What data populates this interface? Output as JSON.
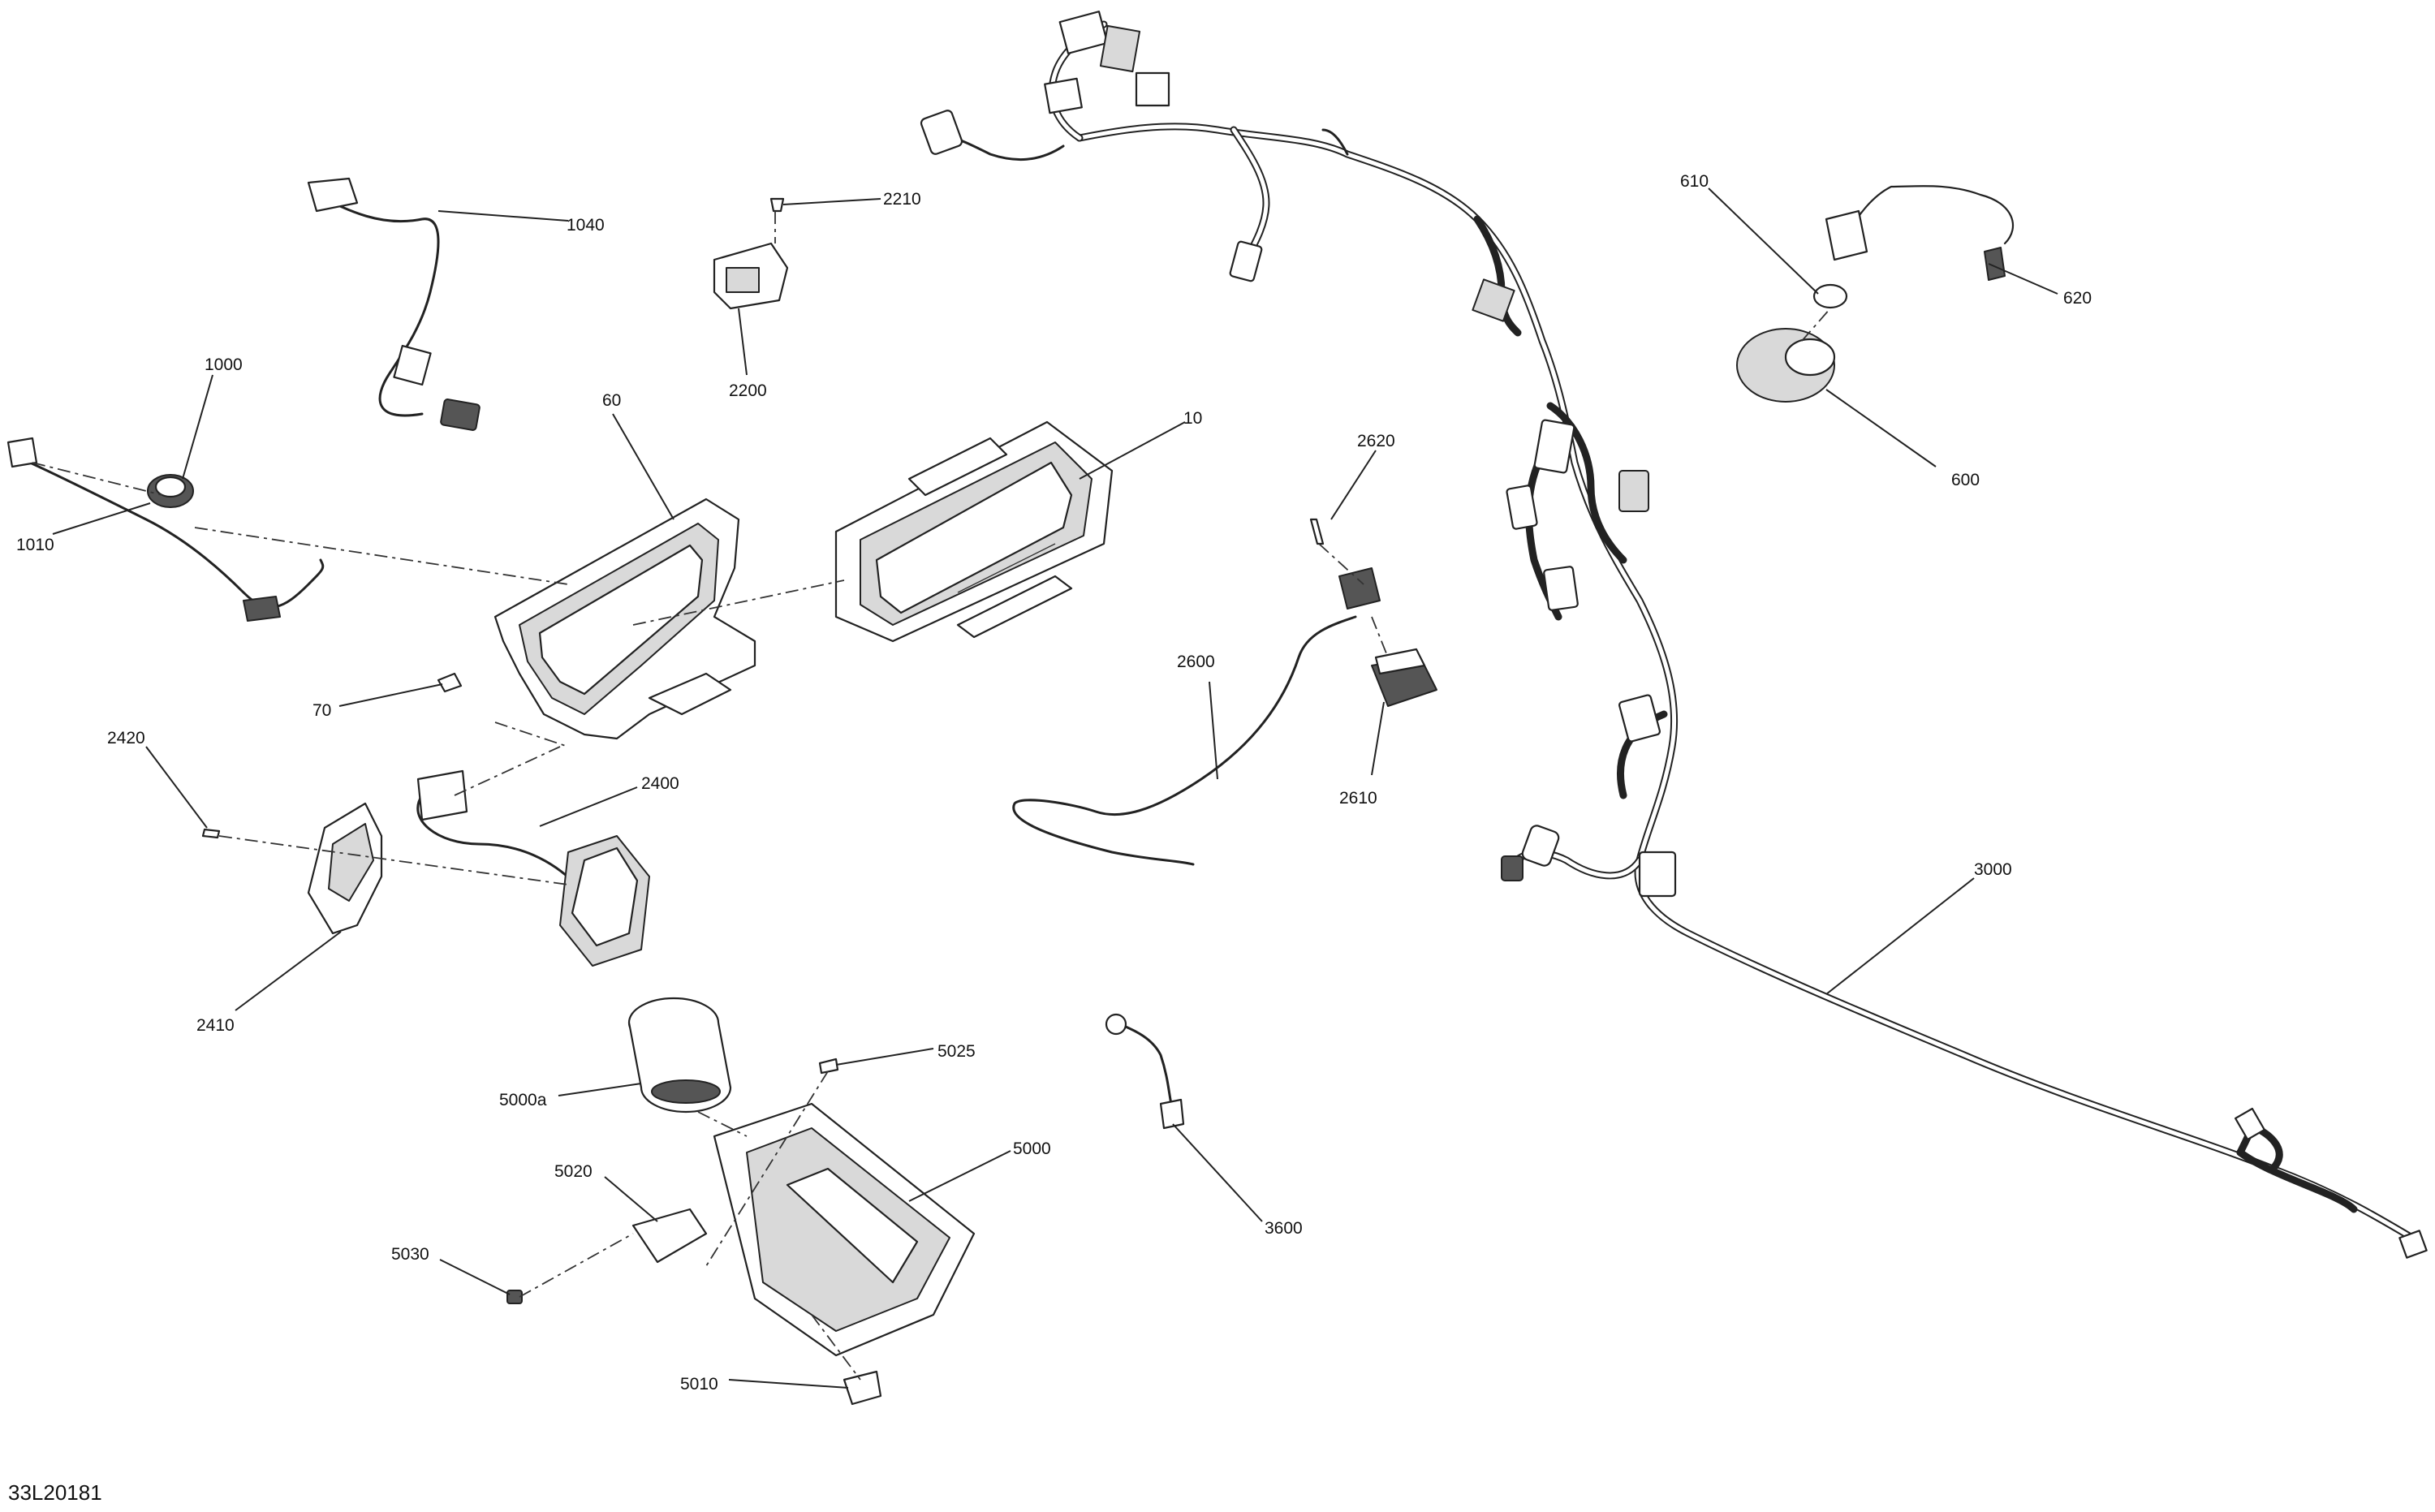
{
  "drawing_id": "33L20181",
  "callouts": [
    {
      "id": "c1040",
      "label": "1040"
    },
    {
      "id": "c2210",
      "label": "2210"
    },
    {
      "id": "c2200",
      "label": "2200"
    },
    {
      "id": "c1000",
      "label": "1000"
    },
    {
      "id": "c1010",
      "label": "1010"
    },
    {
      "id": "c60",
      "label": "60"
    },
    {
      "id": "c10",
      "label": "10"
    },
    {
      "id": "c70",
      "label": "70"
    },
    {
      "id": "c2620",
      "label": "2620"
    },
    {
      "id": "c2600",
      "label": "2600"
    },
    {
      "id": "c2610",
      "label": "2610"
    },
    {
      "id": "c2420",
      "label": "2420"
    },
    {
      "id": "c2400",
      "label": "2400"
    },
    {
      "id": "c2410",
      "label": "2410"
    },
    {
      "id": "c610",
      "label": "610"
    },
    {
      "id": "c620",
      "label": "620"
    },
    {
      "id": "c600",
      "label": "600"
    },
    {
      "id": "c3000",
      "label": "3000"
    },
    {
      "id": "c5000a",
      "label": "5000a"
    },
    {
      "id": "c5025",
      "label": "5025"
    },
    {
      "id": "c5000",
      "label": "5000"
    },
    {
      "id": "c5020",
      "label": "5020"
    },
    {
      "id": "c5030",
      "label": "5030"
    },
    {
      "id": "c5010",
      "label": "5010"
    },
    {
      "id": "c3600",
      "label": "3600"
    }
  ]
}
